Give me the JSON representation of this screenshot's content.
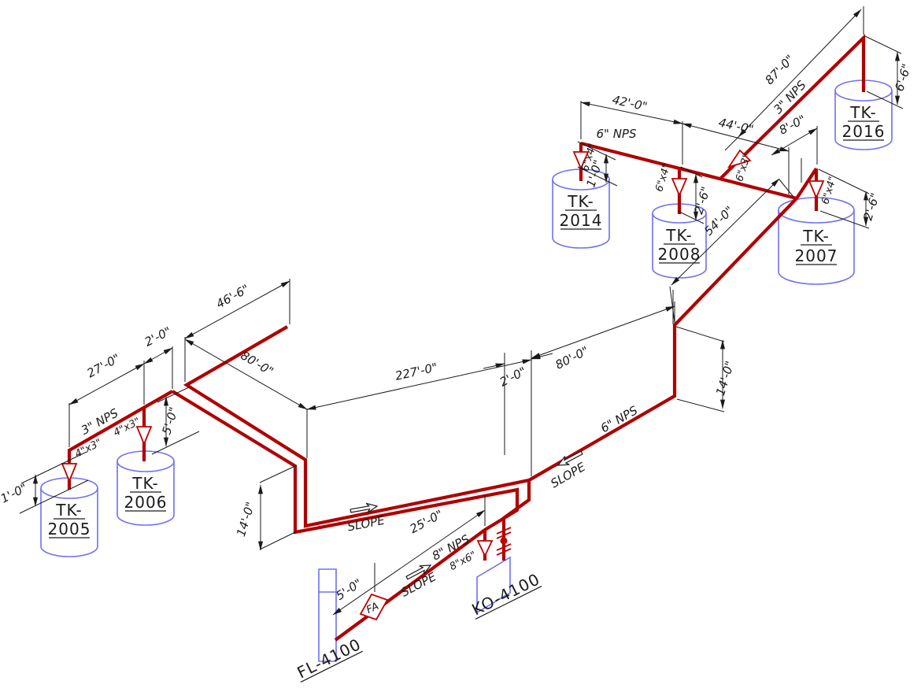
{
  "colors": {
    "pipe": "#b00000",
    "equipment_outline": "#7070f0",
    "dimension": "#1a1a1a",
    "background": "#ffffff"
  },
  "equipment": {
    "tk2005": {
      "line1": "TK-",
      "line2": "2005"
    },
    "tk2006": {
      "line1": "TK-",
      "line2": "2006"
    },
    "tk2014": {
      "line1": "TK-",
      "line2": "2014"
    },
    "tk2008": {
      "line1": "TK-",
      "line2": "2008"
    },
    "tk2007": {
      "line1": "TK-",
      "line2": "2007"
    },
    "tk2016": {
      "line1": "TK-",
      "line2": "2016"
    },
    "ko": "KO-4100",
    "fl": "FL-4100",
    "fa": "FA"
  },
  "pipe_labels": {
    "nps3": "3\" NPS",
    "nps6": "6\" NPS",
    "nps8": "8\" NPS",
    "slope": "SLOPE"
  },
  "reducer_labels": {
    "r4x3": "4\"x3\"",
    "r6x4": "6\"x4\"",
    "r6x3": "6\"x3\"",
    "r8x6": "8\"x6\""
  },
  "dimensions": {
    "ft1": "1'-0\"",
    "ft2": "2'-0\"",
    "ft2_6": "2'-6\"",
    "ft5": "5'-0\"",
    "ft6_6": "6'-6\"",
    "ft8": "8'-0\"",
    "ft14": "14'-0\"",
    "ft25": "25'-0\"",
    "ft27": "27'-0\"",
    "ft42": "42'-0\"",
    "ft44": "44'-0\"",
    "ft46_6": "46'-6\"",
    "ft54": "54'-0\"",
    "ft80": "80'-0\"",
    "ft87": "87'-0\"",
    "ft227": "227'-0\""
  }
}
